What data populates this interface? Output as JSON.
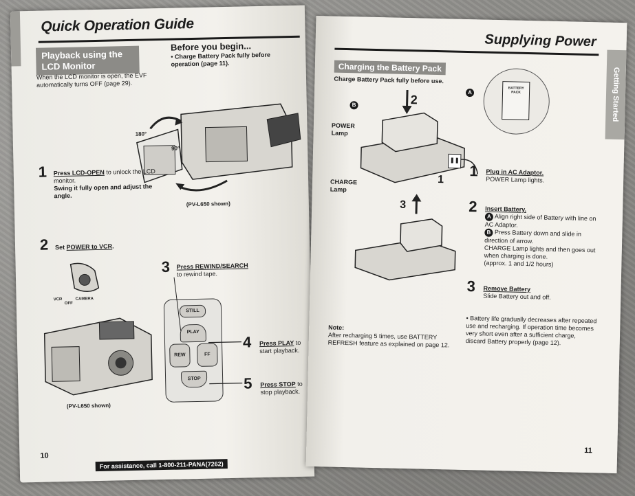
{
  "left_page": {
    "title": "Quick Operation Guide",
    "section_header": "Playback using the LCD Monitor",
    "intro": "When the LCD monitor is open, the EVF automatically turns OFF (page 29).",
    "before_title": "Before you begin...",
    "before_text": "• Charge Battery Pack fully before operation (page 11).",
    "angle_180": "180°",
    "angle_90": "90°",
    "step1_num": "1",
    "step1_action": "Press LCD-OPEN",
    "step1_rest": " to unlock the LCD monitor.",
    "step1_bold": "Swing it fully open and adjust the angle.",
    "model_top": "(PV-L650 shown)",
    "step2_num": "2",
    "step2_prefix": "Set ",
    "step2_action": "POWER to VCR",
    "step2_suffix": ".",
    "switch_vcr": "VCR",
    "switch_off": "OFF",
    "switch_camera": "CAMERA",
    "model_bottom": "(PV-L650 shown)",
    "step3_num": "3",
    "step3_action": "Press REWIND/SEARCH",
    "step3_rest": "to rewind tape.",
    "step4_num": "4",
    "step4_action": "Press PLAY",
    "step4_rest": " to start playback.",
    "step5_num": "5",
    "step5_action": "Press STOP",
    "step5_rest": " to stop playback.",
    "remote_still": "STILL",
    "remote_play": "PLAY",
    "remote_rew": "REW",
    "remote_ff": "FF",
    "remote_stop": "STOP",
    "footer": "For assistance, call 1-800-211-PANA(7262)",
    "page_number": "10"
  },
  "right_page": {
    "title": "Supplying Power",
    "side_tab": "Getting Started",
    "section_header": "Charging the Battery Pack",
    "subheader": "Charge Battery Pack fully before use.",
    "power_lamp": "POWER Lamp",
    "charge_lamp": "CHARGE Lamp",
    "battery_pack_label": "BATTERY PACK",
    "label_a": "A",
    "label_b": "B",
    "fig_num_1": "1",
    "fig_num_2": "2",
    "fig_num_3": "3",
    "step1_num": "1",
    "step1_action": "Plug in AC Adaptor.",
    "step1_rest": "POWER Lamp lights.",
    "step2_num": "2",
    "step2_action": "Insert Battery.",
    "step2_a": "Align right side of Battery with line on AC Adaptor.",
    "step2_b": "Press Battery down and slide in direction of arrow.",
    "step2_c": "CHARGE Lamp lights and then goes out when charging is done.",
    "step2_d": "(approx. 1 and 1/2 hours)",
    "step3_num": "3",
    "step3_action": "Remove Battery",
    "step3_rest": "Slide Battery out and off.",
    "note_title": "Note:",
    "note_text": "After recharging 5 times, use BATTERY REFRESH feature as explained on page 12.",
    "bullet": "• Battery life gradually decreases after repeated use and recharging. If operation time becomes very short even after a sufficient charge, discard Battery properly (page 12).",
    "page_number": "11"
  },
  "colors": {
    "header_gray": "#8c8b87",
    "paper": "#f1efea",
    "ink": "#1c1c1c",
    "background": "#8e8d89"
  }
}
